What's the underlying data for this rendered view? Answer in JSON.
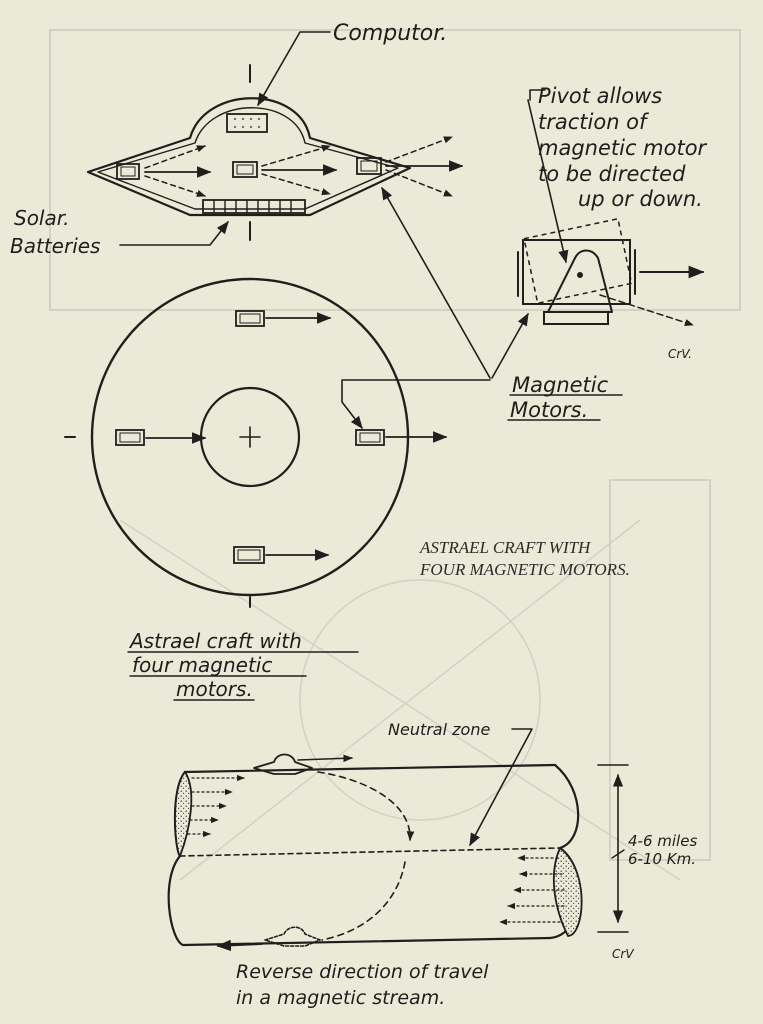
{
  "labels": {
    "computor": "Computor.",
    "pivot_1": "Pivot allows",
    "pivot_2": "traction of",
    "pivot_3": "magnetic motor",
    "pivot_4": "to be directed",
    "pivot_5": "up or down.",
    "solar_1": "Solar.",
    "solar_2": "Batteries",
    "magnetic_1": "Magnetic",
    "magnetic_2": "Motors.",
    "initials_top": "CrV.",
    "initials_bottom": "CrV",
    "craft_1": "Astrael craft with",
    "craft_2": "four magnetic",
    "craft_3": "motors.",
    "neutral_zone": "Neutral zone",
    "distance_1": "4-6 miles",
    "distance_2": "6-10 Km.",
    "reverse_1": "Reverse direction of travel",
    "reverse_2": "in a magnetic stream."
  },
  "caption": {
    "line1": "ASTRAEL CRAFT WITH",
    "line2": "FOUR MAGNETIC MOTORS."
  },
  "colors": {
    "paper": "#ebe9d7",
    "ink": "#1f1f1d"
  }
}
